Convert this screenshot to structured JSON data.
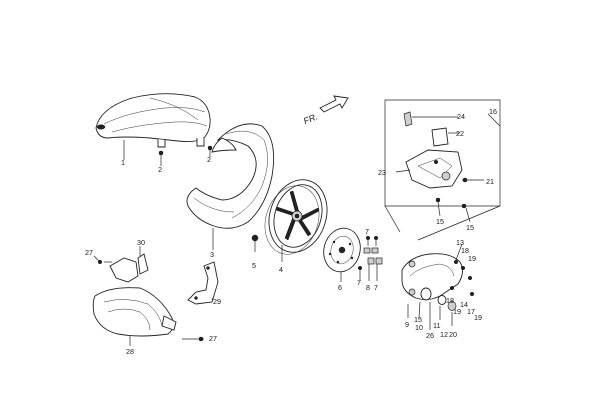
{
  "direction_label": "FR.",
  "callouts": {
    "c1": "1",
    "c2a": "2",
    "c2b": "2",
    "c3": "3",
    "c4": "4",
    "c5": "5",
    "c6": "6",
    "c7a": "7",
    "c7b": "7",
    "c8": "8",
    "c9": "9",
    "c10": "10",
    "c11": "11",
    "c12": "12",
    "c13": "13",
    "c14": "14",
    "c15a": "15",
    "c15b": "15",
    "c15c": "15",
    "c16": "16",
    "c17": "17",
    "c18a": "18",
    "c18b": "18",
    "c19a": "19",
    "c19b": "19",
    "c19c": "19",
    "c20": "20",
    "c21": "21",
    "c22": "22",
    "c23": "23",
    "c24": "24",
    "c26": "26",
    "c27a": "27",
    "c27b": "27",
    "c28": "28",
    "c29": "29",
    "c30": "30"
  }
}
